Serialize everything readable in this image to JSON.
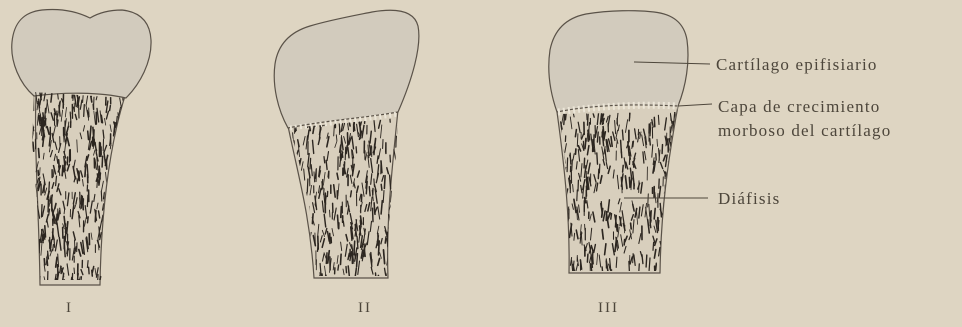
{
  "figures": [
    {
      "id": "I",
      "label": "I"
    },
    {
      "id": "II",
      "label": "II"
    },
    {
      "id": "III",
      "label": "III"
    }
  ],
  "annotations": [
    {
      "id": "cartilago",
      "text": "Cartílago epifisiario"
    },
    {
      "id": "capa-1",
      "text": "Capa de crecimiento"
    },
    {
      "id": "capa-2",
      "text": "morboso del cartílago"
    },
    {
      "id": "diafisis",
      "text": "Diáfisis"
    }
  ],
  "colors": {
    "background": "#ded5c2",
    "cartilage": "#d2cbbd",
    "bone_stroke": "#2c2620",
    "outline": "#5a5248"
  }
}
